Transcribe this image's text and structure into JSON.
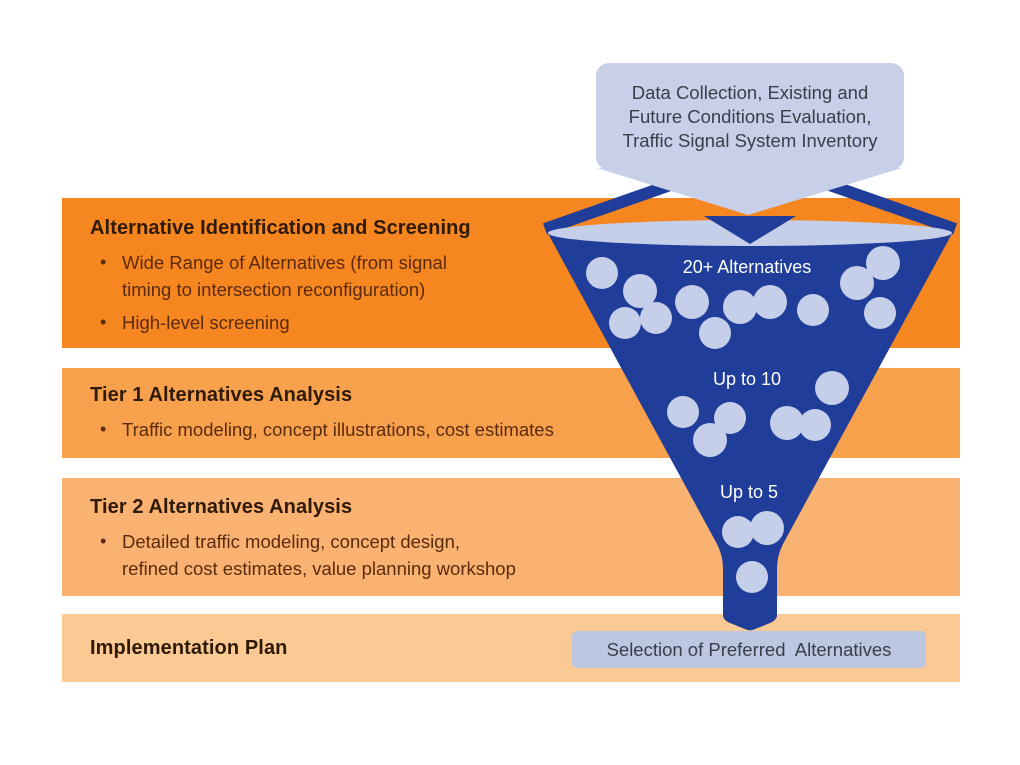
{
  "colors": {
    "band1": "#F6861F",
    "band2": "#F8A14D",
    "band3": "#F9B271",
    "band4": "#FBC993",
    "funnel": "#1F3D99",
    "bubble": "#C6CFE9",
    "callout": "#C7CFE9",
    "selection": "#BDC7E2",
    "heading": "#2E1A07",
    "bullet": "#5B2B0D",
    "darktext": "#3A3E48",
    "white": "#FFFFFF"
  },
  "callout": {
    "text": "Data Collection, Existing and\nFuture Conditions Evaluation,\nTraffic Signal System Inventory"
  },
  "funnel": {
    "stage1_label": "20+ Alternatives",
    "stage2_label": "Up to 10",
    "stage3_label": "Up to 5"
  },
  "bands": [
    {
      "title": "Alternative Identification and Screening",
      "bullets": [
        "Wide Range of Alternatives (from signal\ntiming to intersection reconfiguration)",
        "High-level screening"
      ]
    },
    {
      "title": "Tier 1 Alternatives Analysis",
      "bullets": [
        "Traffic modeling, concept illustrations, cost estimates"
      ]
    },
    {
      "title": "Tier 2 Alternatives Analysis",
      "bullets": [
        "Detailed traffic modeling, concept design,\nrefined cost estimates, value planning workshop"
      ]
    },
    {
      "title": "Implementation Plan",
      "bullets": []
    }
  ],
  "selection_box": {
    "text": "Selection of Preferred  Alternatives"
  }
}
